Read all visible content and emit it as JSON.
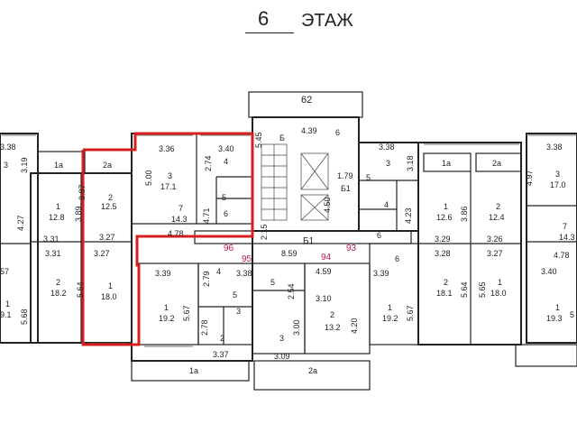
{
  "header": {
    "floor_number": "6",
    "floor_word": "ЭТАЖ"
  },
  "apartment_numbers": [
    "96",
    "95",
    "94",
    "93"
  ],
  "labels": {
    "room_62": "62",
    "l439": "4.39",
    "l545": "5.45",
    "b": "Б",
    "b1": "Б1",
    "six_top": "6",
    "l179": "1.79",
    "l450": "4.50",
    "l4_right": "4",
    "l2_15": "2.15",
    "l_b1": "Б1",
    "l859": "8.59",
    "l6_mid": "6",
    "l_459": "4.59",
    "l_3_38b": "3.38",
    "l_5_mid": "5",
    "l_254": "2.54",
    "l_310": "3.10",
    "l_2_c": "2",
    "l_132": "13.2",
    "l_420": "4.20",
    "l_300": "3.00",
    "l_3c": "3",
    "l_309": "3.09",
    "l_2a_bottom": "2а",
    "l_1a_bottom": "1а",
    "l_337": "3.37",
    "l_2_left": "2",
    "l_3_left": "3",
    "l_278": "2.78",
    "l_567": "5.67",
    "l_192": "19.2",
    "l_1_small": "1",
    "l_339": "3.39",
    "l_279": "2.79",
    "l_4_small": "4",
    "l_5_small": "5",
    "l_336": "3.36",
    "l_340": "3.40",
    "l_3_red": "3",
    "l_171": "17.1",
    "l_500": "5.00",
    "l_274": "2.74",
    "l_4_red": "4",
    "l_5_red": "5",
    "l_6_red": "6",
    "l_471": "4.71",
    "l_7_red": "7",
    "l_143": "14.3",
    "l_478": "4.78",
    "l_2a_red": "2а",
    "l_387": "3.87",
    "l_2_red": "2",
    "l_125": "12.5",
    "l_327": "3.27",
    "l_327b": "3.27",
    "l_564": "5.64",
    "l_1_red": "1",
    "l_180": "18.0",
    "l_338_left": "3.38",
    "l_319": "3.19",
    "l_3_farleft": "3",
    "l_1a_left": "1а",
    "l_389": "3.89",
    "l_1_left": "1",
    "l_128": "12.8",
    "l_427": "4.27",
    "l_331": "3.31",
    "l_331b": "3.31",
    "l_2_farleft": "2",
    "l_182": "18.2",
    "l_568": "5.68",
    "l_1_farleft": "1",
    "l_191": "9.1",
    "l_57": "57",
    "r_338": "3.38",
    "r_318": "3.18",
    "r_3": "3",
    "r_423": "4.23",
    "r_4": "4",
    "r_5": "5",
    "r_6": "6",
    "r_339": "3.39",
    "r_1": "1",
    "r_192": "19.2",
    "r_567": "5.67",
    "r_1a": "1а",
    "r_2a": "2а",
    "r_1b": "1",
    "r_126": "12.6",
    "r_386": "3.86",
    "r_2b": "2",
    "r_124": "12.4",
    "r_329": "3.29",
    "r_326": "3.26",
    "r_328": "3.28",
    "r_327": "3.27",
    "r_2c": "2",
    "r_181": "18.1",
    "r_564": "5.64",
    "r_565": "5.65",
    "r_1c": "1",
    "r_180": "18.0",
    "fr_338": "3.38",
    "fr_497": "4.97",
    "fr_3": "3",
    "fr_170": "17.0",
    "fr_7": "7",
    "fr_143": "14.3",
    "fr_478": "4.78",
    "fr_340": "3.40",
    "fr_1": "1",
    "fr_193": "19.3",
    "fr_5": "5"
  },
  "colors": {
    "highlight": "#d62020",
    "apartment_number": "#c2185b"
  }
}
